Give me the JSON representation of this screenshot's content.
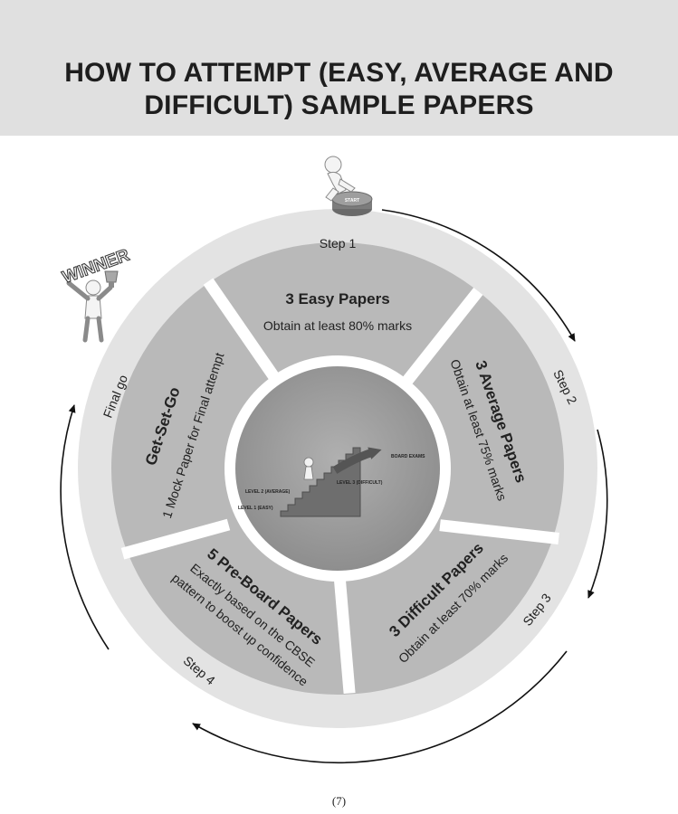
{
  "header": {
    "title_line1": "HOW TO ATTEMPT (EASY, AVERAGE AND",
    "title_line2": "DIFFICULT) SAMPLE PAPERS"
  },
  "steps": {
    "step1": "Step 1",
    "step2": "Step 2",
    "step3": "Step 3",
    "step4": "Step 4",
    "final": "Final go"
  },
  "segments": {
    "easy": {
      "title": "3 Easy Papers",
      "desc": "Obtain at least 80% marks"
    },
    "average": {
      "title": "3 Average Papers",
      "desc": "Obtain at least 75% marks"
    },
    "difficult": {
      "title": "3 Difficult Papers",
      "desc": "Obtain at least 70% marks"
    },
    "preboard": {
      "title": "5 Pre-Board Papers",
      "desc_line1": "Exactly based on the CBSE",
      "desc_line2": "pattern to boost up confidence"
    },
    "getsetgo": {
      "title": "Get-Set-Go",
      "desc": "1 Mock Paper for Final attempt"
    }
  },
  "center": {
    "level1": "LEVEL 1 (EASY)",
    "level2": "LEVEL 2 (AVERAGE)",
    "level3": "LEVEL 3 (DIFFICULT)",
    "board": "BOARD EXAMS"
  },
  "start_label": "START",
  "winner_label": "WINNER",
  "page_number": "(7)",
  "colors": {
    "header_bg": "#e0e0e0",
    "outer_ring": "#e3e3e3",
    "segment": "#b9b9b9",
    "inner_ring": "#ffffff",
    "center": "#9c9c9c",
    "arrows": "#111111"
  }
}
